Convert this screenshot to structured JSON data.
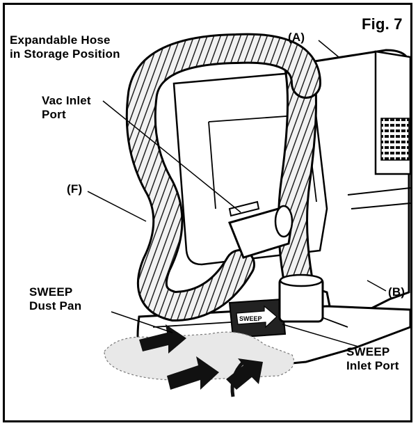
{
  "figure": {
    "label": "Fig. 7"
  },
  "callouts": {
    "hose_title": "Expandable Hose\nin Storage Position",
    "a": "(A)",
    "vac_inlet": "Vac Inlet\nPort",
    "f": "(F)",
    "b": "(B)",
    "dust_pan": "SWEEP\nDust Pan",
    "sweep_inlet": "SWEEP\nInlet Port"
  },
  "product": {
    "sweep_marking": "SWEEP"
  }
}
